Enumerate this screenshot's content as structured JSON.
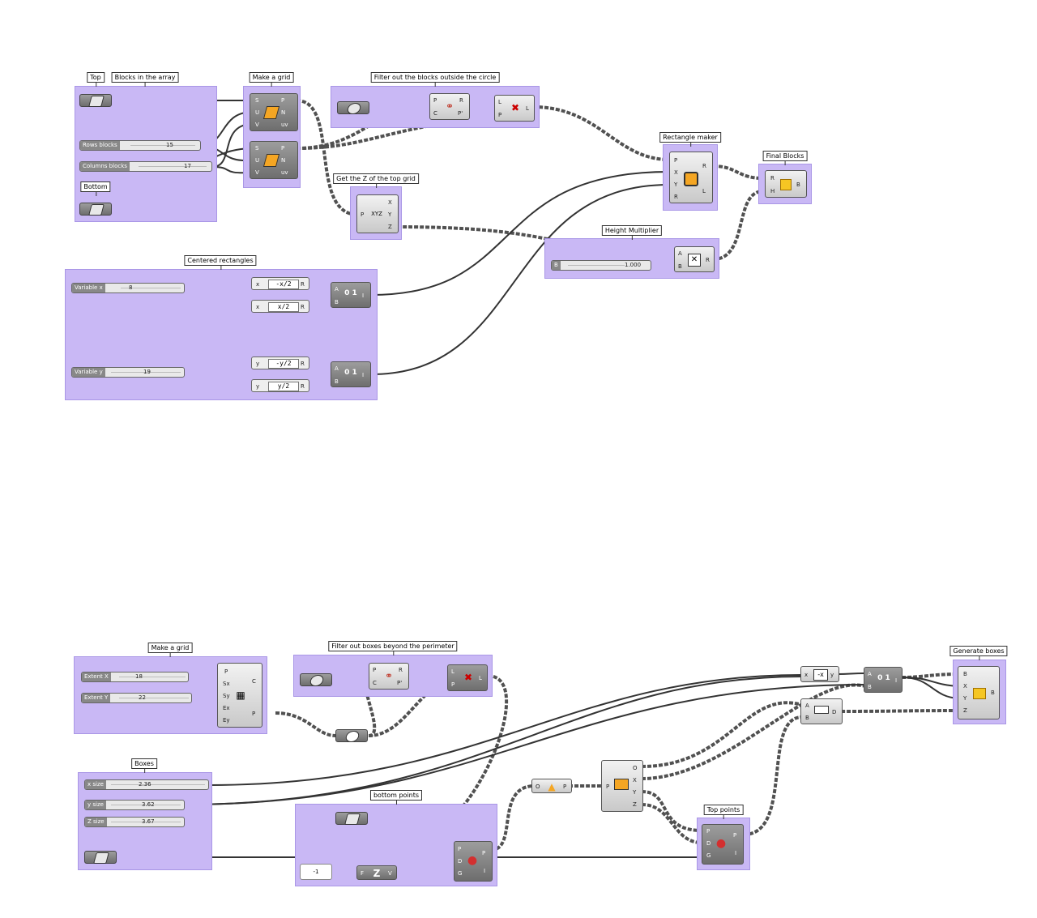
{
  "colors": {
    "group": "#c9b8f5",
    "wire": "#333333"
  },
  "labels": {
    "top": "Top",
    "blocks": "Blocks in the array",
    "make_grid_1": "Make a grid",
    "filter_circle": "Filter out the blocks outside the circle",
    "rect_maker": "Rectangle maker",
    "final_blocks": "Final Blocks",
    "get_z": "Get the Z of the top grid",
    "bottom": "Bottom",
    "height_mult": "Height Multiplier",
    "centered_rect": "Centered rectangles",
    "make_grid_2": "Make a grid",
    "filter_perimeter": "Filter out boxes beyond the perimeter",
    "generate_boxes": "Generate boxes",
    "boxes": "Boxes",
    "bottom_points": "bottom points",
    "top_points": "Top points"
  },
  "sliders": {
    "rows": {
      "name": "Rows blocks",
      "value": "15"
    },
    "cols": {
      "name": "Columns blocks",
      "value": "17"
    },
    "varx": {
      "name": "Variable x",
      "value": "8"
    },
    "vary": {
      "name": "Variable y",
      "value": "19"
    },
    "hmult": {
      "name": "B",
      "value": "1.000"
    },
    "extx": {
      "name": "Extent X",
      "value": "18"
    },
    "exty": {
      "name": "Extent Y",
      "value": "22"
    },
    "xsize": {
      "name": "x size",
      "value": "2.36"
    },
    "ysize": {
      "name": "y size",
      "value": "3.62"
    },
    "zsize": {
      "name": "Z size",
      "value": "3.67"
    }
  },
  "expressions": {
    "negx": "-x/2",
    "posx": "x/2",
    "negy": "-y/2",
    "posy": "y/2",
    "panel": "-1"
  },
  "pins": {
    "S": "S",
    "U": "U",
    "V": "V",
    "P": "P",
    "N": "N",
    "uv": "uv",
    "C": "C",
    "R": "R",
    "Pp": "P'",
    "L": "L",
    "X": "X",
    "Y": "Y",
    "Z": "Z",
    "H": "H",
    "B": "B",
    "A": "A",
    "I": "I",
    "x": "x",
    "y": "y",
    "Sx": "Sx",
    "Sy": "Sy",
    "Ex": "Ex",
    "Ey": "Ey",
    "D": "D",
    "G": "G",
    "O": "O",
    "F": "F"
  }
}
